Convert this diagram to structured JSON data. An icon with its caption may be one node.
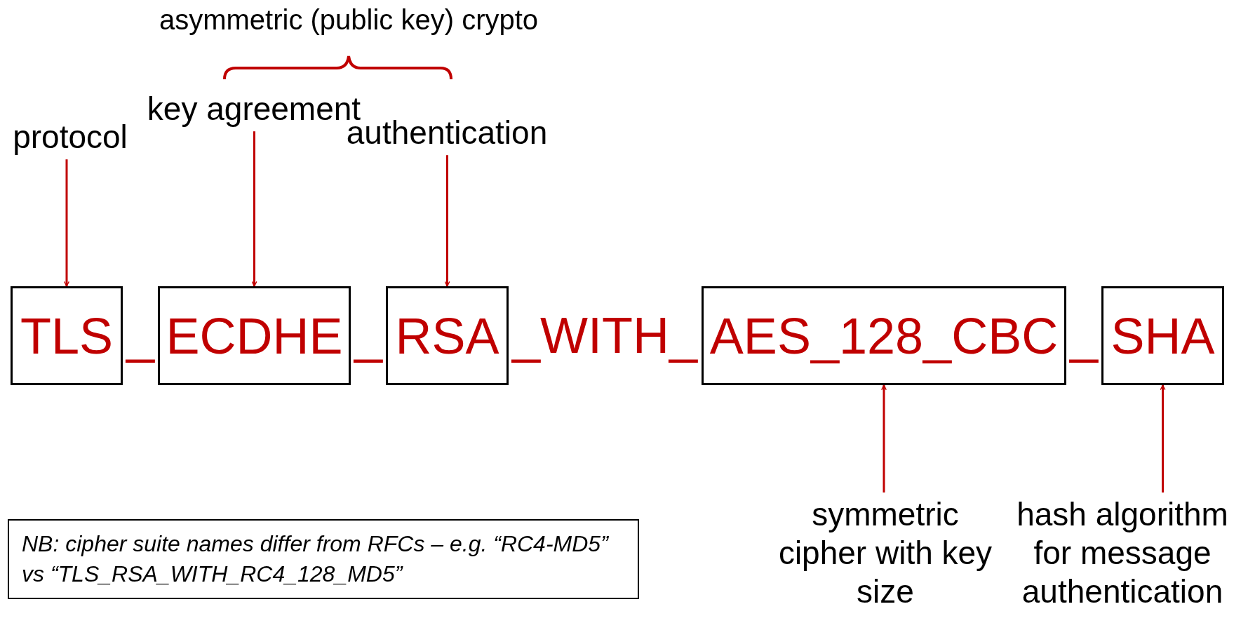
{
  "diagram": {
    "nodes": [
      {
        "text": [
          "protocol"
        ]
      },
      {
        "text": [
          "key agreement"
        ]
      },
      {
        "text": [
          "authentication"
        ]
      },
      {
        "text": [
          "TLS"
        ]
      },
      {
        "text": [
          "ECDHE"
        ]
      },
      {
        "text": [
          "RSA"
        ]
      },
      {
        "text": [
          "AES_128_CBC"
        ]
      },
      {
        "text": [
          "SHA"
        ]
      },
      {
        "text": [
          "symmetric cipher with key size"
        ]
      },
      {
        "text": [
          "hash algorithm for message authentication"
        ]
      },
      {
        "text": [
          "NB: cipher suite names differ from RFCs – e.g. “RC4-MD5” vs “TLS_RSA_WITH_RC4_128_MD5”"
        ]
      }
    ],
    "edges": [
      {
        "from": 0,
        "to": 3,
        "arrow": "to"
      },
      {
        "from": 1,
        "to": 4,
        "arrow": "to"
      },
      {
        "from": 2,
        "to": 5,
        "arrow": "to"
      },
      {
        "from": 8,
        "to": 6,
        "arrow": "to"
      },
      {
        "from": 9,
        "to": 7,
        "arrow": "to"
      }
    ],
    "labels": [
      "asymmetric (public key) crypto",
      "_",
      "_",
      "_WITH_",
      "_"
    ]
  }
}
